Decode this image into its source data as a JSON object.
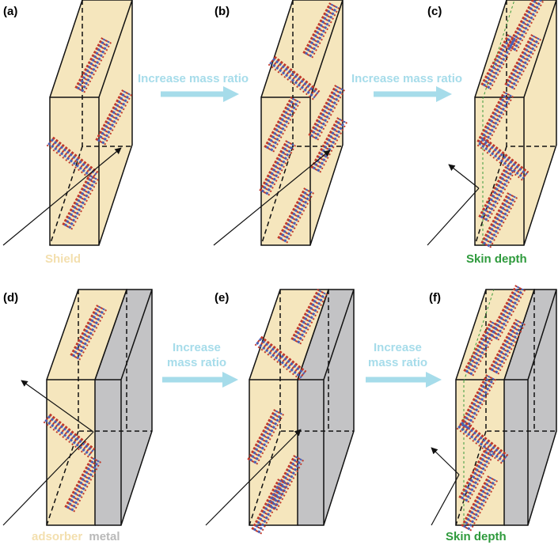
{
  "panels": [
    {
      "label": "(a)",
      "caption": "Shield"
    },
    {
      "label": "(b)",
      "caption": ""
    },
    {
      "label": "(c)",
      "caption": "Skin depth"
    },
    {
      "label": "(d)",
      "caption_part1": "adsorber",
      "caption_part2": "metal"
    },
    {
      "label": "(e)",
      "caption": ""
    },
    {
      "label": "(f)",
      "caption": "Skin depth"
    }
  ],
  "arrows": {
    "top_left": "Increase mass ratio",
    "top_right": "Increase mass ratio",
    "bottom_left_line1": "Increase",
    "bottom_left_line2": "mass ratio",
    "bottom_right_line1": "Increase",
    "bottom_right_line2": "mass ratio"
  },
  "colors": {
    "shield_face": "#f5e6bd",
    "metal_face": "#c3c3c5",
    "arrow": "#a6dcea",
    "skin_depth": "#2e9a3c",
    "shield_caption": "#f3dfae",
    "metal_caption": "#b9b9b9",
    "filler_red": "#c0392b",
    "filler_blue": "#4a5fb5"
  },
  "icons": {
    "filler": "carbon-nanotube-bundle-icon",
    "ray": "electromagnetic-wave-arrow"
  }
}
